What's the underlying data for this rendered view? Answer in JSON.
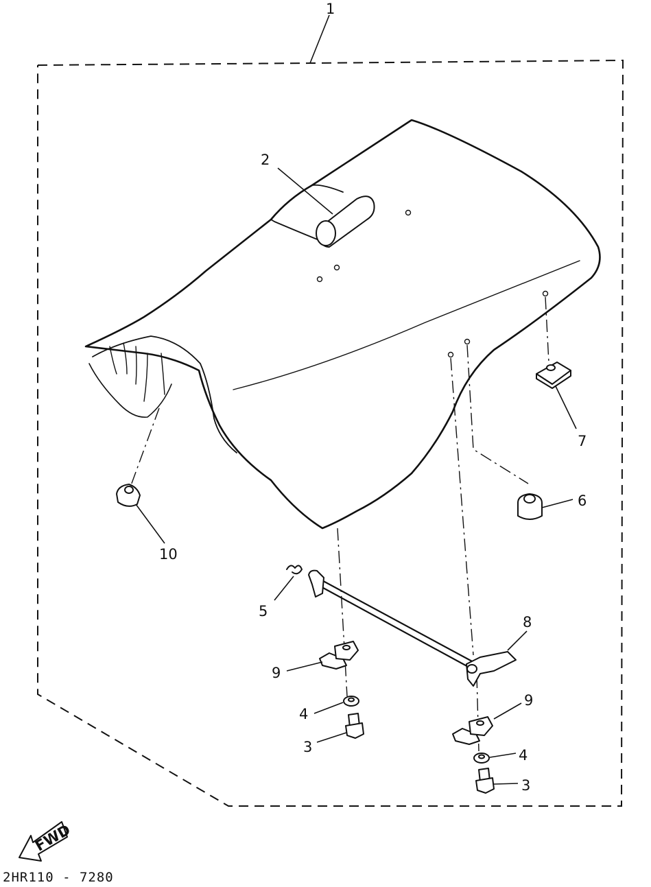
{
  "diagram_code": "2HR110 - 7280",
  "fwd_label": "FWD",
  "callouts": [
    {
      "id": "c1",
      "text": "1"
    },
    {
      "id": "c2",
      "text": "2"
    },
    {
      "id": "c3a",
      "text": "3"
    },
    {
      "id": "c3b",
      "text": "3"
    },
    {
      "id": "c4a",
      "text": "4"
    },
    {
      "id": "c4b",
      "text": "4"
    },
    {
      "id": "c5",
      "text": "5"
    },
    {
      "id": "c6",
      "text": "6"
    },
    {
      "id": "c7",
      "text": "7"
    },
    {
      "id": "c8",
      "text": "8"
    },
    {
      "id": "c9a",
      "text": "9"
    },
    {
      "id": "c9b",
      "text": "9"
    },
    {
      "id": "c10",
      "text": "10"
    }
  ],
  "icons": [
    "fwd-arrow-icon"
  ]
}
